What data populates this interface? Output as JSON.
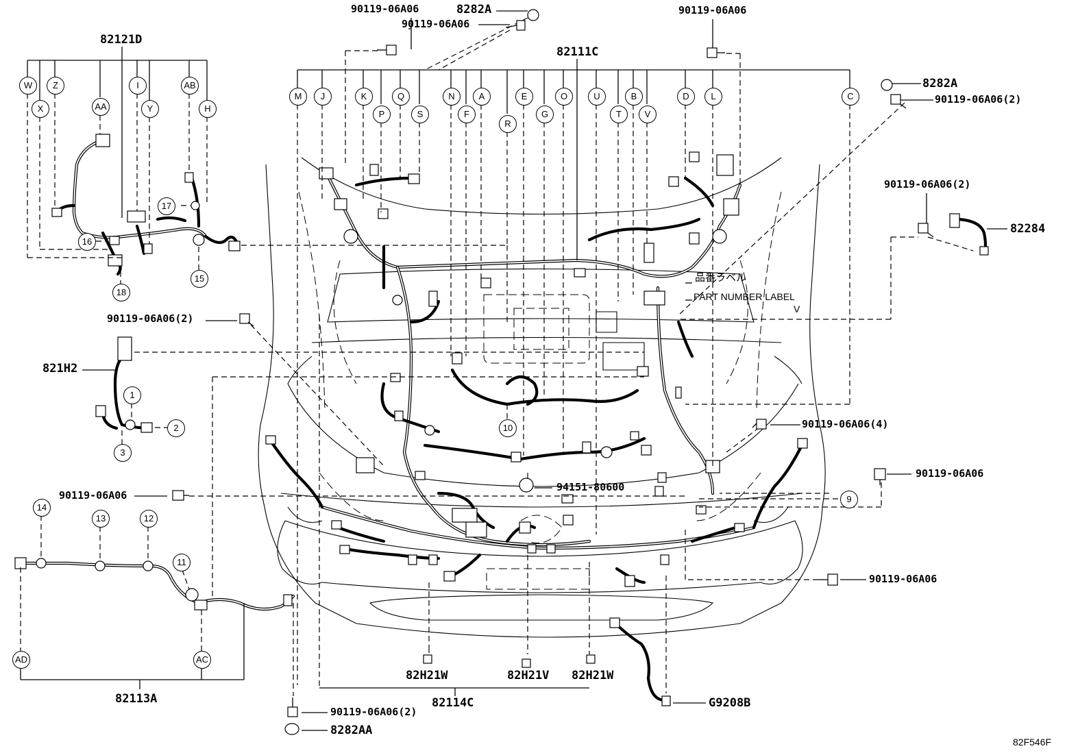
{
  "parts": {
    "p82121D": "82121D",
    "p82111C": "82111C",
    "p821H2": "821H2",
    "p82113A": "82113A",
    "p82114C": "82114C",
    "p82284": "82284",
    "p82282A_top": "8282A",
    "p82282A_right": "8282A",
    "p8282AA": "8282AA",
    "p82H21W_left": "82H21W",
    "p82H21V": "82H21V",
    "p82H21W_right": "82H21W",
    "pG9208B": "G9208B",
    "p94151": "94151-80600",
    "b_top1": "90119-06A06",
    "b_top2": "90119-06A06",
    "b_top3": "90119-06A06",
    "b_right1": "90119-06A06(2)",
    "b_right2": "90119-06A06(2)",
    "b_left": "90119-06A06(2)",
    "b_mid4": "90119-06A06(4)",
    "b_rmid": "90119-06A06",
    "b_lleft": "90119-06A06",
    "b_rlow": "90119-06A06",
    "b_bottom": "90119-06A06(2)"
  },
  "labels": {
    "part_label_jp": "品番ラベル",
    "part_label_en": "PART NUMBER LABEL",
    "v_mark": "V",
    "diagram_code": "82F546F"
  },
  "letters_82121D": [
    "W",
    "X",
    "Z",
    "AA",
    "I",
    "Y",
    "AB",
    "H"
  ],
  "letters_82111C": [
    "M",
    "J",
    "K",
    "P",
    "Q",
    "S",
    "N",
    "F",
    "A",
    "R",
    "E",
    "G",
    "O",
    "U",
    "B",
    "T",
    "V",
    "D",
    "L",
    "C"
  ],
  "letters_bottom": [
    "AD",
    "AC"
  ],
  "numbers": [
    "1",
    "2",
    "3",
    "9",
    "10",
    "11",
    "12",
    "13",
    "14",
    "15",
    "16",
    "17",
    "18"
  ]
}
